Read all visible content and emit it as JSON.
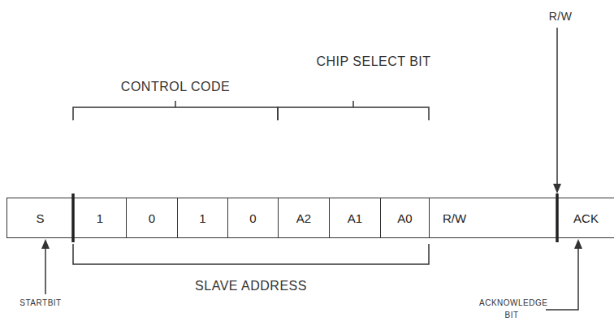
{
  "diagram": {
    "nodes": [
      {
        "text": [
          "S"
        ]
      },
      {
        "text": [
          "1"
        ]
      },
      {
        "text": [
          "0"
        ]
      },
      {
        "text": [
          "1"
        ]
      },
      {
        "text": [
          "0"
        ]
      },
      {
        "text": [
          "A2"
        ]
      },
      {
        "text": [
          "A1"
        ]
      },
      {
        "text": [
          "A0"
        ]
      },
      {
        "text": [
          "R/W"
        ]
      },
      {
        "text": [
          "ACK"
        ]
      }
    ],
    "edges": [],
    "labels": [
      "R/W",
      "CONTROL CODE",
      "CHIP SELECT BIT",
      "SLAVE ADDRESS",
      "STARTBIT",
      "ACKNOWLEDGE BIT"
    ]
  }
}
